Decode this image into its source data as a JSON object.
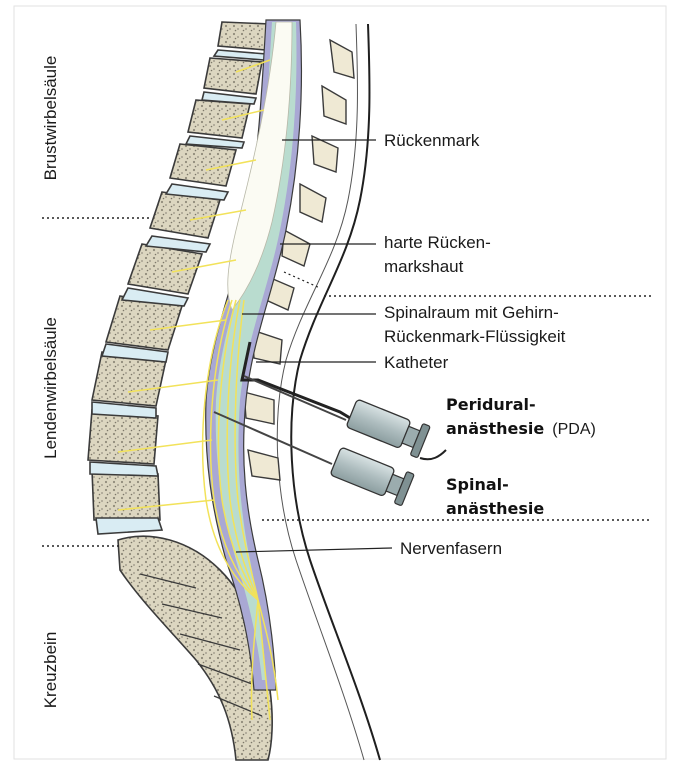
{
  "regions": {
    "thoracic": "Brustwirbelsäule",
    "lumbar": "Lendenwirbelsäule",
    "sacrum": "Kreuzbein"
  },
  "labels": {
    "spinal_cord": "Rückenmark",
    "dura_line1": "harte Rücken-",
    "dura_line2": "markshaut",
    "csf_line1": "Spinalraum mit Gehirn-",
    "csf_line2": "Rückenmark-Flüssigkeit",
    "catheter": "Katheter",
    "nerve_fibers": "Nervenfasern"
  },
  "procedures": {
    "epidural_line1": "Peridural-",
    "epidural_line2": "anästhesie",
    "epidural_abbr": "(PDA)",
    "spinal_line1": "Spinal-",
    "spinal_line2": "anästhesie"
  },
  "colors": {
    "bone": "#efe9d4",
    "bone_outline": "#3b3b3b",
    "bone_texture": "#9a9484",
    "disc": "#d9ecf3",
    "dura": "#a9a8d4",
    "csf": "#b9dccf",
    "cord": "#fbfbf3",
    "nerve": "#f2e25a",
    "syringe": "#b8c6c8"
  }
}
